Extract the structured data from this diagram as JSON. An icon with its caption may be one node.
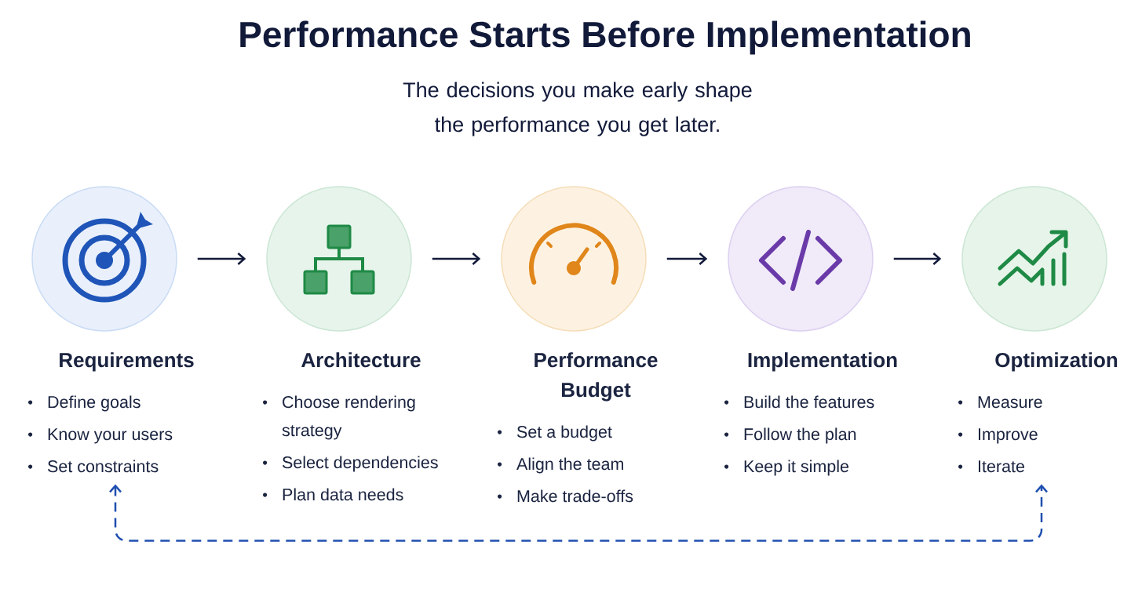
{
  "diagram": {
    "title": "Performance Starts Before Implementation",
    "caption": "The decisions you make early shape the performance you get later.",
    "nodes": [
      {
        "text": [],
        "shape": "circle"
      },
      {
        "text": [
          "Requirements",
          "Define goals",
          "Know your users",
          "Set constraints"
        ]
      },
      {
        "text": [],
        "shape": "circle"
      },
      {
        "text": [
          "Architecture",
          "Choose rendering strategy",
          "Select dependencies",
          "Plan data needs"
        ]
      },
      {
        "text": [],
        "shape": "circle"
      },
      {
        "text": [
          "Performance Budget",
          "Set a budget",
          "Align the team",
          "Make trade-offs"
        ]
      },
      {
        "text": [],
        "shape": "circle"
      },
      {
        "text": [
          "Implementation",
          "Build the features",
          "Follow the plan",
          "Keep it simple"
        ]
      },
      {
        "text": [],
        "shape": "circle"
      },
      {
        "text": [
          "Optimization",
          "Measure",
          "Improve",
          "Iterate"
        ]
      }
    ],
    "edges": [
      {
        "from": 0,
        "to": 2,
        "arrow": "to"
      },
      {
        "from": 2,
        "to": 4,
        "arrow": "to"
      },
      {
        "from": 4,
        "to": 6,
        "arrow": "to"
      },
      {
        "from": 6,
        "to": 8,
        "arrow": "to"
      },
      {
        "from": 1,
        "to": 9,
        "arrow": "both",
        "style": "dashed",
        "color": "#1f4fb0"
      }
    ]
  }
}
